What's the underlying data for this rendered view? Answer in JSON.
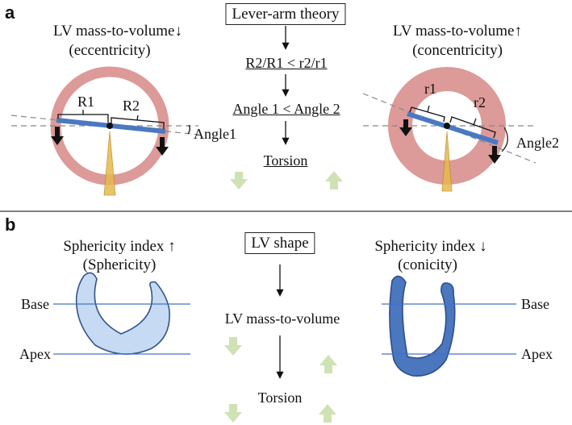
{
  "colors": {
    "ring": "#dc9a98",
    "lever_bar": "#4a78c2",
    "fulcrum_cone": "#e6b94e",
    "up_down_arrow": "#cfe2b4",
    "lv_light_fill": "#c7daf3",
    "lv_dark_fill": "#4b77bf",
    "lv_outline": "#33558a",
    "plane_line": "#4472c4"
  },
  "panel_a": {
    "label": "a",
    "center": {
      "title": "Lever-arm theory",
      "step1": "R2/R1 < r2/r1",
      "step2": "Angle 1 < Angle 2",
      "step3": "Torsion",
      "arrow_left": "down-arrow",
      "arrow_right": "up-arrow"
    },
    "left": {
      "title": "LV mass-to-volume↓",
      "subtitle": "(eccentricity)",
      "r_short": "R1",
      "r_long": "R2",
      "angle": "Angle1"
    },
    "right": {
      "title": "LV mass-to-volume↑",
      "subtitle": "(concentricity)",
      "r_short": "r1",
      "r_long": "r2",
      "angle": "Angle2"
    }
  },
  "panel_b": {
    "label": "b",
    "center": {
      "title": "LV shape",
      "mid": "LV mass-to-volume",
      "bottom": "Torsion",
      "arrow_mid_left": "down-arrow",
      "arrow_mid_right": "up-arrow",
      "arrow_bottom_left": "down-arrow",
      "arrow_bottom_right": "up-arrow"
    },
    "left": {
      "title": "Sphericity index ↑",
      "subtitle": "(Sphericity)",
      "base": "Base",
      "apex": "Apex"
    },
    "right": {
      "title": "Sphericity index ↓",
      "subtitle": "(conicity)",
      "base": "Base",
      "apex": "Apex"
    }
  }
}
